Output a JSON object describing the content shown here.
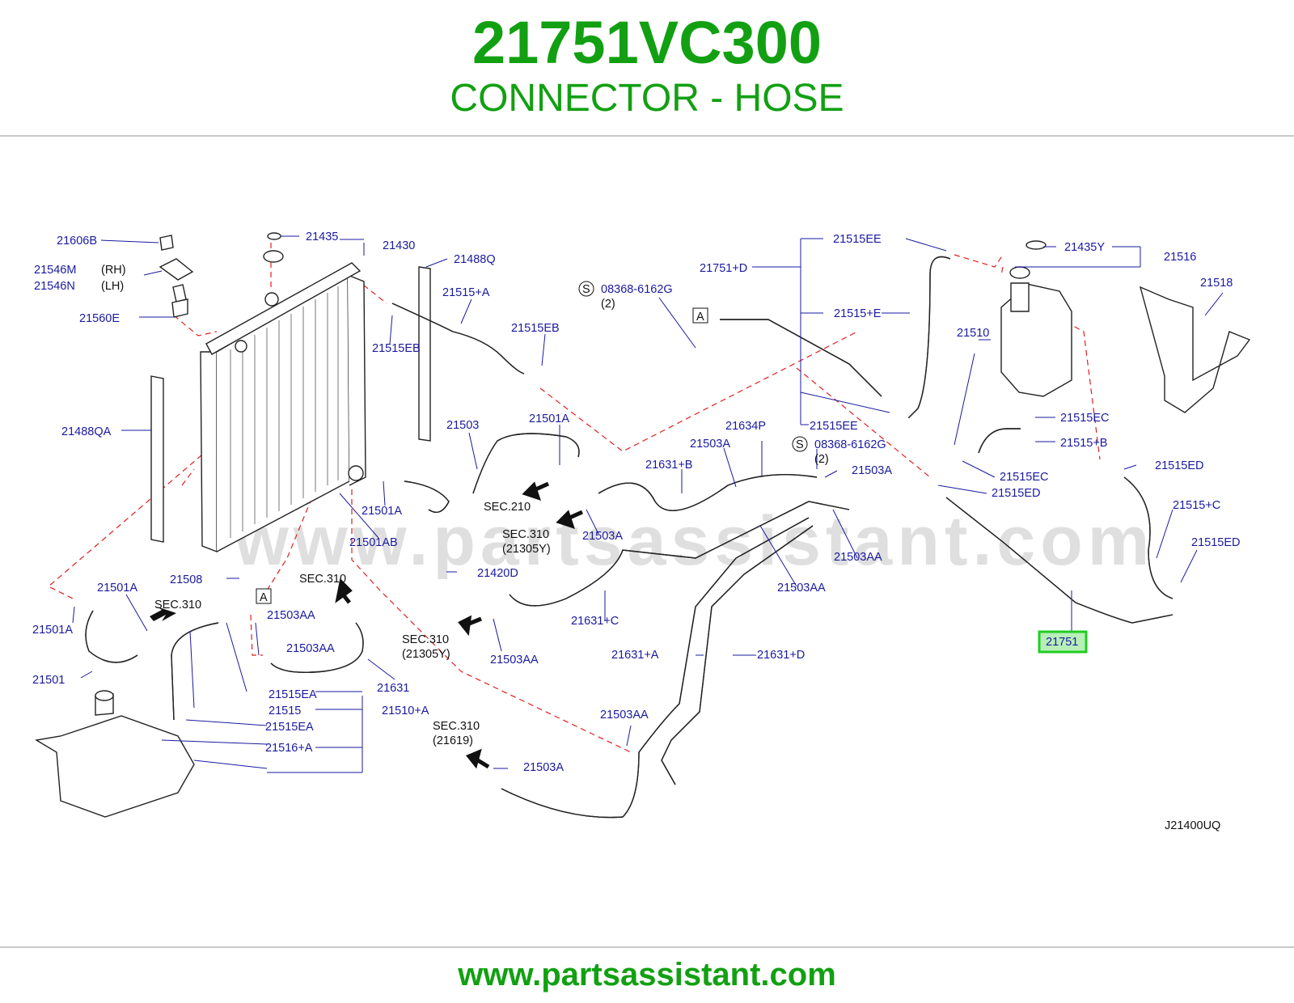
{
  "header": {
    "part_number": "21751VC300",
    "part_name": "CONNECTOR - HOSE"
  },
  "diagram": {
    "diagram_code": "J21400UQ",
    "watermark": "www.partsassistant.com",
    "highlighted_part": "21751",
    "labels": {
      "l21606B": "21606B",
      "l21546M": "21546M",
      "l21546N": "21546N",
      "rh": "(RH)",
      "lh": "(LH)",
      "l21560E": "21560E",
      "l21435": "21435",
      "l21430": "21430",
      "l21488Q": "21488Q",
      "l21515A": "21515+A",
      "l21515EB_left": "21515EB",
      "l21515EB_right": "21515EB",
      "l21488QA": "21488QA",
      "l21503": "21503",
      "l21501A_top": "21501A",
      "l21501A_mid": "21501A",
      "sec210": "SEC.210",
      "l21501AB": "21501AB",
      "sec310_a": "SEC.310",
      "l21305Y_a": "(21305Y)",
      "l21420D": "21420D",
      "l21508": "21508",
      "sec310_b": "SEC.310",
      "l21503AA_a": "21503AA",
      "l21501A_lower": "21501A",
      "l21501A_left": "21501A",
      "sec310_c": "SEC.310",
      "l21503AA_b": "21503AA",
      "l21501": "21501",
      "l21515EA_a": "21515EA",
      "l21515": "21515",
      "l21515EA_b": "21515EA",
      "l21516A": "21516+A",
      "l21510A": "21510+A",
      "l21631": "21631",
      "sec310_d": "SEC.310",
      "l21305Y_d": "(21305Y)",
      "l21503AA_c": "21503AA",
      "sec310_e": "SEC.310",
      "l21619": "(21619)",
      "l21503A_e": "21503A",
      "l21503AA_f": "21503AA",
      "l21631A": "21631+A",
      "l21631D": "21631+D",
      "l21631C": "21631+C",
      "l21503A_g": "21503A",
      "l21631B": "21631+B",
      "l21503A_h": "21503A",
      "l21634P": "21634P",
      "l21503A_i": "21503A",
      "l21503AA_j": "21503AA",
      "l21503AA_k": "21503AA",
      "l08368_a": "08368-6162G",
      "qty_a": "(2)",
      "l08368_b": "08368-6162G",
      "qty_b": "(2)",
      "l21515EE_top": "21515EE",
      "l21751D": "21751+D",
      "l21515E": "21515+E",
      "l21515EE_bot": "21515EE",
      "l21510": "21510",
      "l21435Y": "21435Y",
      "l21516": "21516",
      "l21518": "21518",
      "l21515EC_a": "21515EC",
      "l21515B": "21515+B",
      "l21515EC_b": "21515EC",
      "l21515ED_a": "21515ED",
      "l21515ED_b": "21515ED",
      "l21515C": "21515+C",
      "l21515ED_c": "21515ED",
      "l21751": "21751",
      "ref_A": "A",
      "ref_S": "S"
    }
  },
  "footer": {
    "url": "www.partsassistant.com"
  },
  "colors": {
    "brand_green": "#12a012",
    "label_blue": "#1a1aa0",
    "leader_red": "#e02020",
    "highlight_box": "#22cc22"
  }
}
